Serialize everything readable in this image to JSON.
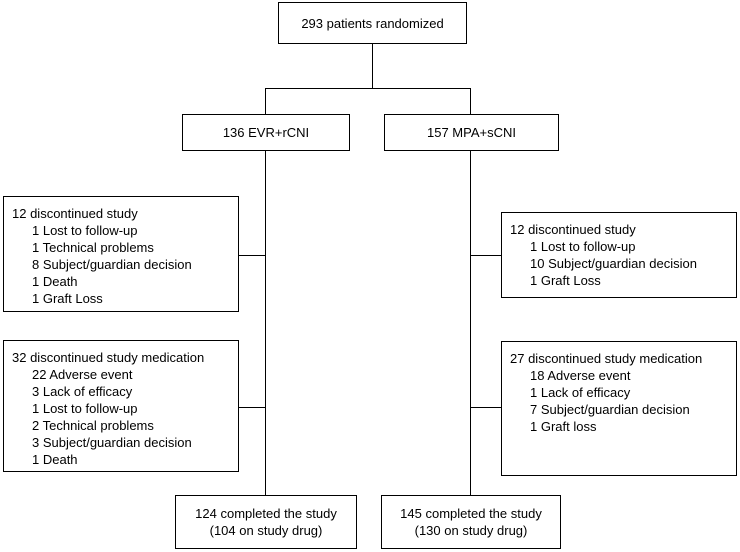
{
  "root": {
    "label": "293 patients randomized"
  },
  "arms": {
    "left": {
      "label": "136 EVR+rCNI",
      "discontinued_study": {
        "heading": "12 discontinued study",
        "items": [
          "1 Lost to follow-up",
          "1 Technical problems",
          "8 Subject/guardian decision",
          "1 Death",
          "1 Graft Loss"
        ]
      },
      "discontinued_medication": {
        "heading": "32 discontinued study medication",
        "items": [
          "22 Adverse event",
          "3 Lack of efficacy",
          "1 Lost to follow-up",
          "2 Technical problems",
          "3 Subject/guardian decision",
          "1 Death"
        ]
      },
      "completed": {
        "line1": "124 completed the study",
        "line2": "(104 on study drug)"
      }
    },
    "right": {
      "label": "157 MPA+sCNI",
      "discontinued_study": {
        "heading": "12 discontinued study",
        "items": [
          "1 Lost to follow-up",
          "10 Subject/guardian decision",
          "1 Graft Loss"
        ]
      },
      "discontinued_medication": {
        "heading": "27 discontinued study medication",
        "items": [
          "18 Adverse event",
          "1 Lack of efficacy",
          "7 Subject/guardian decision",
          "1 Graft loss"
        ]
      },
      "completed": {
        "line1": "145 completed the study",
        "line2": "(130 on study drug)"
      }
    }
  }
}
